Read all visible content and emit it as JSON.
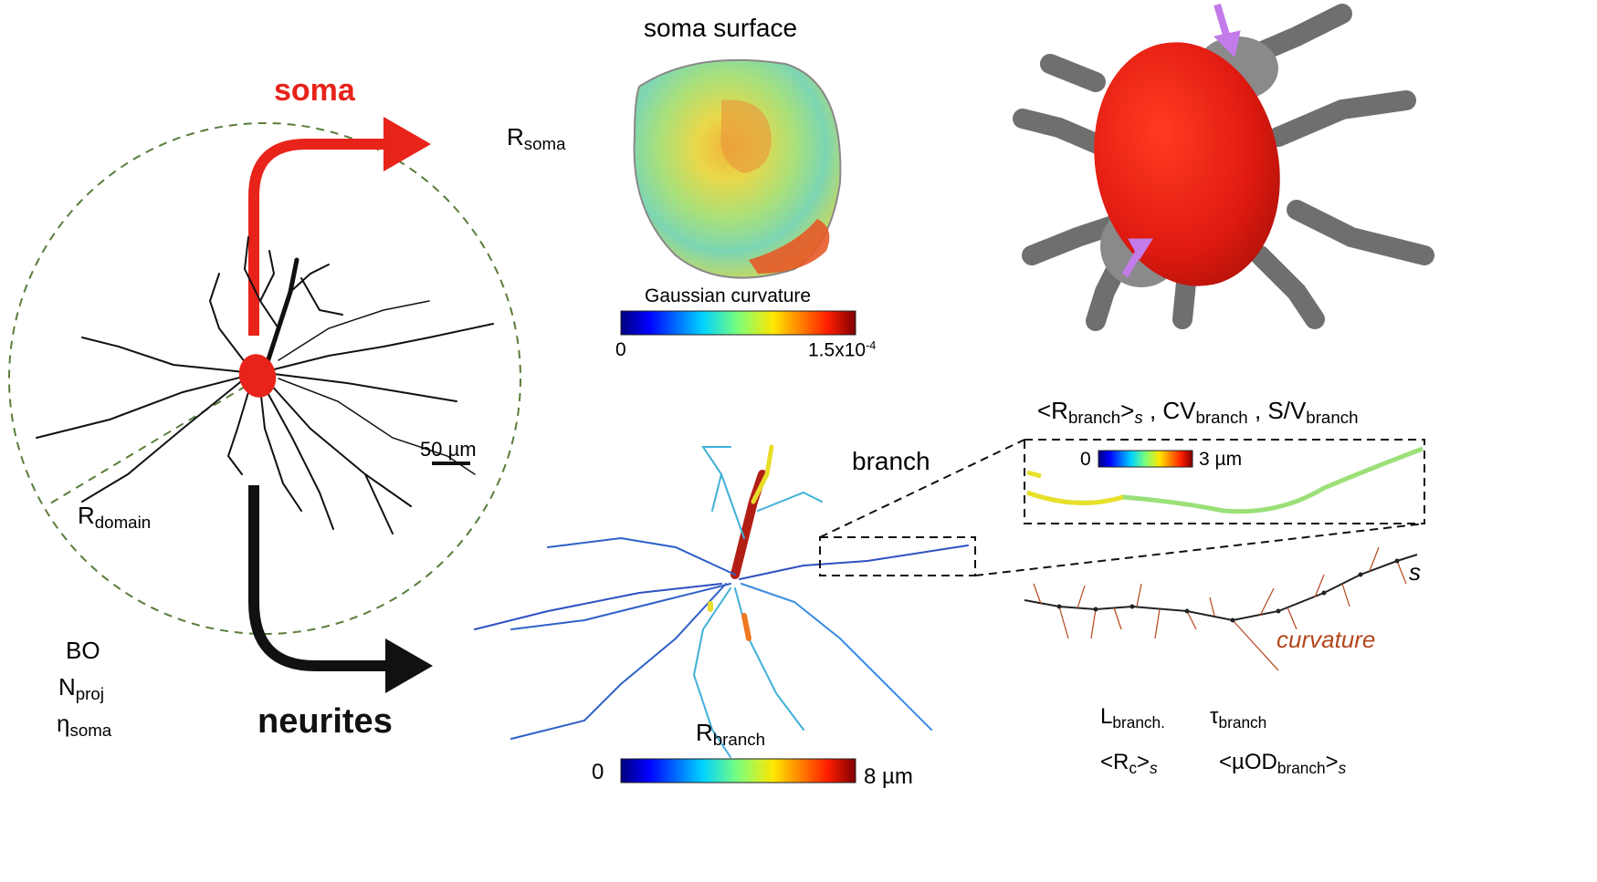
{
  "soma_label": "soma",
  "neurites_label": "neurites",
  "r_soma": {
    "base": "R",
    "sub": "soma"
  },
  "r_domain": {
    "base": "R",
    "sub": "domain"
  },
  "scale_bar": "50 µm",
  "bo": "BO",
  "n_proj": {
    "base": "N",
    "sub": "proj"
  },
  "eta_soma": {
    "base": "η",
    "sub": "soma"
  },
  "soma_surface_title": "soma surface",
  "gaussian": {
    "title": "Gaussian curvature",
    "min": "0",
    "max_base": "1.5x10",
    "max_exp": "-4"
  },
  "r_branch": {
    "base": "R",
    "sub": "branch"
  },
  "branch_bar": {
    "min": "0",
    "max": "8 µm"
  },
  "branch_label": "branch",
  "metrics_header": {
    "a_open": "<R",
    "a_sub": "branch",
    "a_close": ">",
    "a_s": "s",
    "b_base": ", CV",
    "b_sub": "branch",
    "c_base": ", S/V",
    "c_sub": "branch"
  },
  "inset_bar": {
    "min": "0",
    "max": "3 µm"
  },
  "s_label": "s",
  "curvature_label": "curvature",
  "l_branch": {
    "base": "L",
    "sub": "branch."
  },
  "tau_branch": {
    "base": "τ",
    "sub": "branch"
  },
  "rc": {
    "open": "<R",
    "sub": "c",
    "close": ">",
    "s": "s"
  },
  "muod": {
    "open": "<µOD",
    "sub": "branch",
    "close": ">",
    "s": "s"
  },
  "colors": {
    "soma_red": "#e8231a",
    "arrow_black": "#111111",
    "circle_green": "#5a7d3a",
    "curvature_orange": "#b5461c",
    "highlight_purple": "#c27be8"
  }
}
